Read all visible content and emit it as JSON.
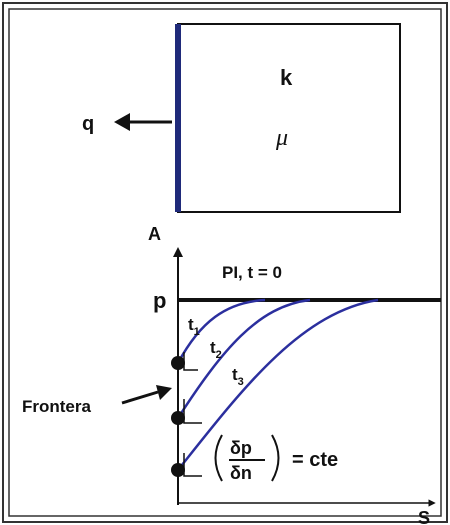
{
  "labels": {
    "q": "q",
    "k": "k",
    "mu": "μ",
    "a": "A",
    "p": "p",
    "initial": "PI, t = 0",
    "t1_base": "t",
    "t1_sub": "1",
    "t2_base": "t",
    "t2_sub": "2",
    "t3_base": "t",
    "t3_sub": "3",
    "frontera": "Frontera",
    "deriv_num": "δp",
    "deriv_den": "δn",
    "deriv_eq": "= cte",
    "s": "S"
  },
  "colors": {
    "curve": "#2b2f9e",
    "boundary": "#1f2a7a",
    "ink": "#111111",
    "frame": "#333333"
  },
  "icons": {
    "flow_arrow": "arrow-left-icon",
    "frontera_arrow": "arrow-up-right-icon"
  }
}
